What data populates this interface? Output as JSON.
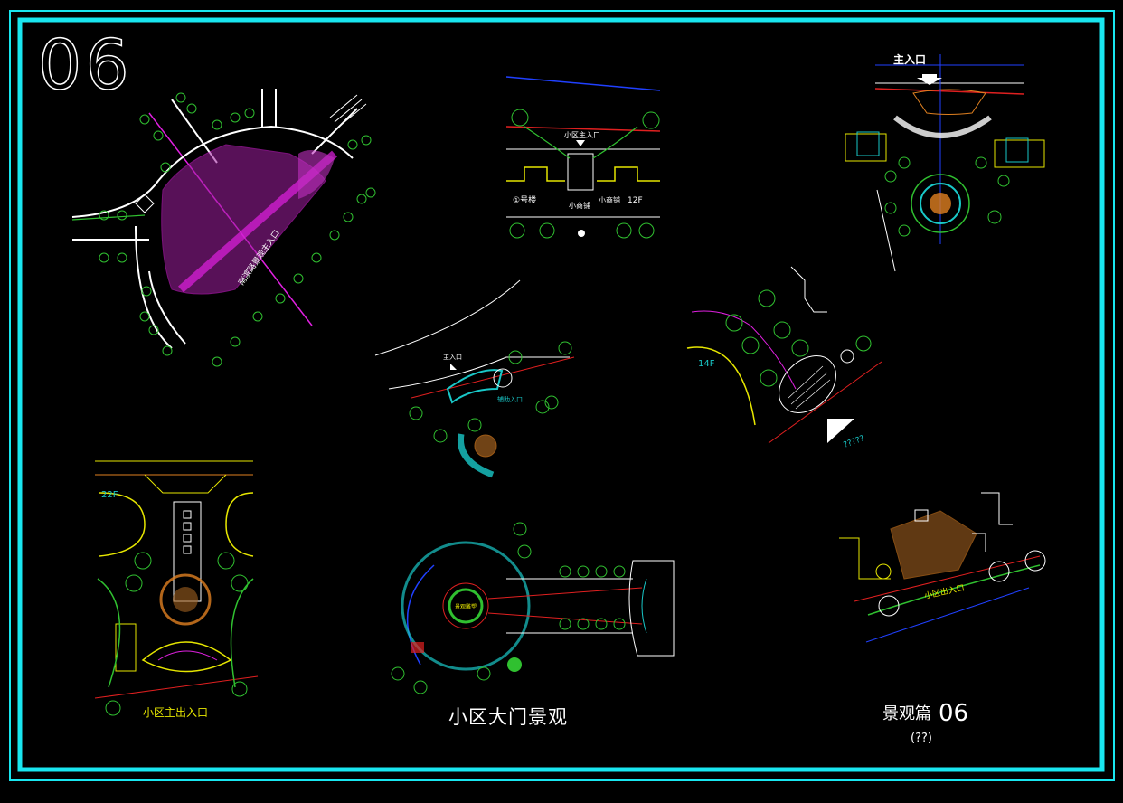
{
  "sheet": {
    "number": "06",
    "title": "小区大门景观",
    "section_title": "景观篇",
    "section_number": "06",
    "section_subtitle": "(??)",
    "colors": {
      "frame": "#19e6f0",
      "background": "#000000",
      "white": "#ffffff",
      "magenta": "#e020e0",
      "green": "#30c030",
      "yellow": "#e6e600",
      "red": "#e02020",
      "blue": "#2040ff",
      "cyan": "#19c8c8",
      "orange": "#e08020"
    }
  },
  "plans": {
    "p1": {
      "label": "南滨路景观主入口"
    },
    "p2": {
      "entry": "小区主入口",
      "building_a": "①号楼",
      "building_b": "小商铺",
      "building_c": "小商铺",
      "floors": "12F"
    },
    "p3": {
      "entry": "主入口"
    },
    "p4": {
      "entry": "主入口",
      "secondary": "辅助入口"
    },
    "p5": {
      "floors": "14F",
      "label": "?????"
    },
    "p6": {
      "floors": "22F",
      "entry": "小区主出入口"
    },
    "p7": {
      "center": "景观雕塑"
    },
    "p8": {
      "entry": "小区出入口"
    }
  }
}
